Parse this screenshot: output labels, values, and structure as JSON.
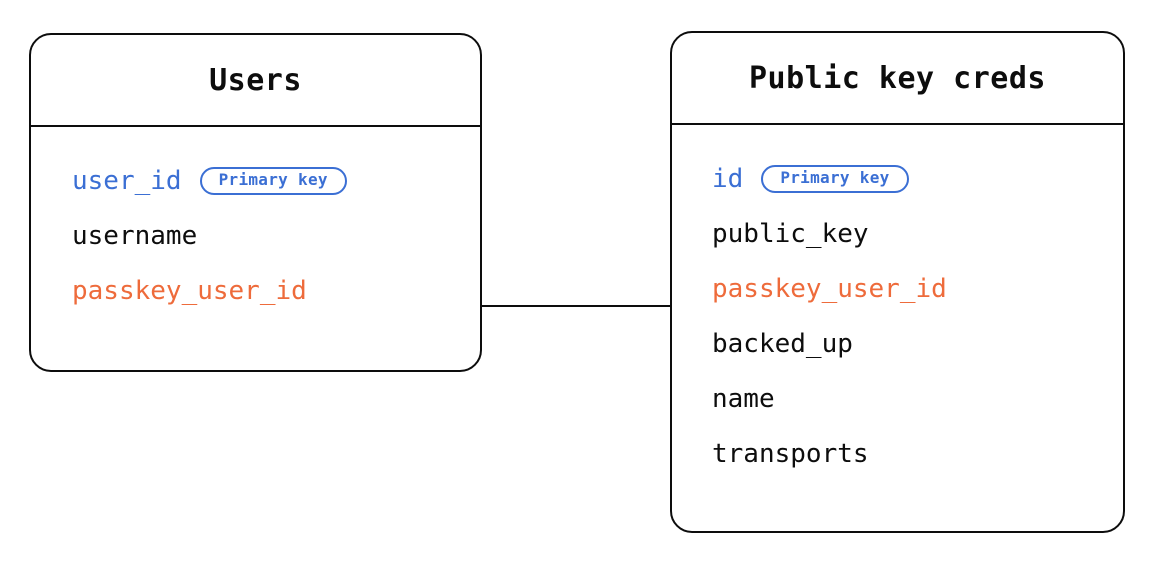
{
  "diagram": {
    "type": "entity-relationship-diagram",
    "background_color": "#ffffff",
    "colors": {
      "border": "#0d0d0d",
      "text": "#0d0d0d",
      "primary_key": "#3b6fd4",
      "foreign_key": "#ee6b3b"
    },
    "entities": [
      {
        "id": "users",
        "title": "Users",
        "fields": [
          {
            "name": "user_id",
            "role": "primary",
            "badge": "Primary key"
          },
          {
            "name": "username",
            "role": "plain",
            "badge": null
          },
          {
            "name": "passkey_user_id",
            "role": "foreign",
            "badge": null
          }
        ]
      },
      {
        "id": "public_key_creds",
        "title": "Public key creds",
        "fields": [
          {
            "name": "id",
            "role": "primary",
            "badge": "Primary key"
          },
          {
            "name": "public_key",
            "role": "plain",
            "badge": null
          },
          {
            "name": "passkey_user_id",
            "role": "foreign",
            "badge": null
          },
          {
            "name": "backed_up",
            "role": "plain",
            "badge": null
          },
          {
            "name": "name",
            "role": "plain",
            "badge": null
          },
          {
            "name": "transports",
            "role": "plain",
            "badge": null
          }
        ]
      }
    ],
    "relationships": [
      {
        "from_entity": "users",
        "from_field": "passkey_user_id",
        "to_entity": "public_key_creds",
        "to_field": "passkey_user_id",
        "style": "solid-line"
      }
    ]
  }
}
